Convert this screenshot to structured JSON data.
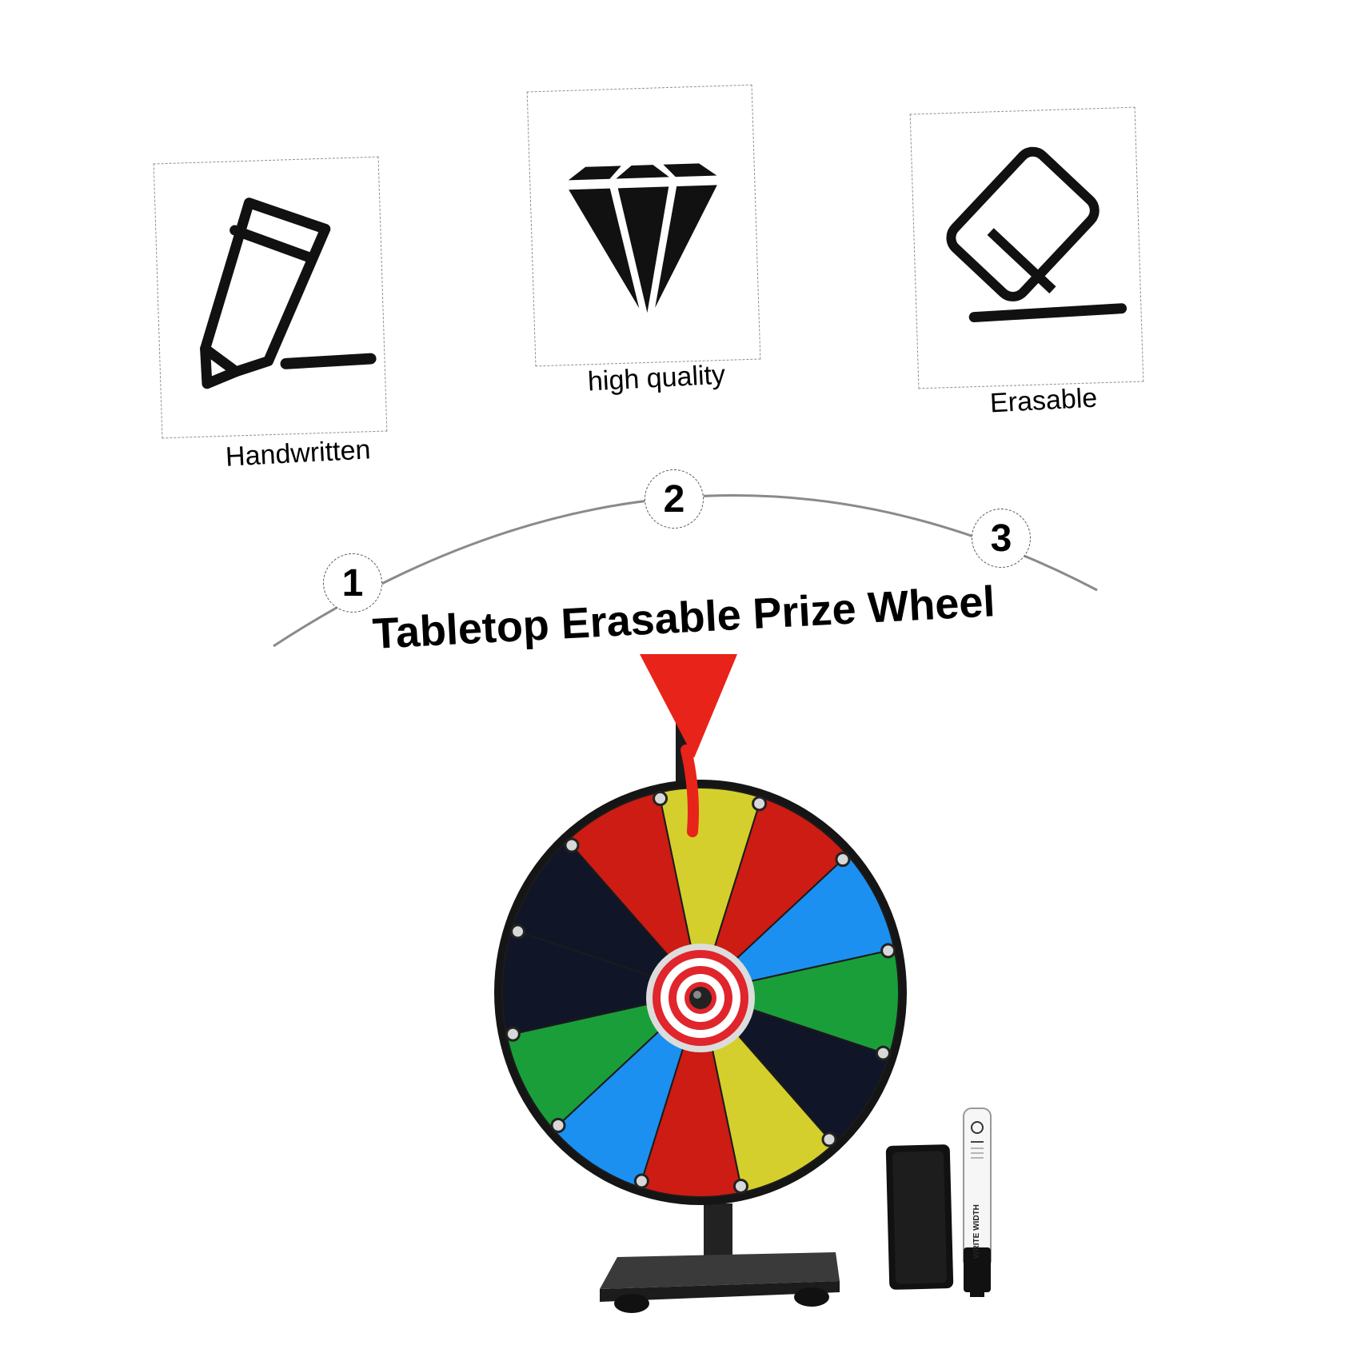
{
  "features": [
    {
      "label": "Handwritten",
      "icon": "pencil-icon"
    },
    {
      "label": "high quality",
      "icon": "diamond-icon"
    },
    {
      "label": "Erasable",
      "icon": "eraser-icon"
    }
  ],
  "steps": [
    "1",
    "2",
    "3"
  ],
  "headline": "Tabletop Erasable Prize Wheel",
  "wheel": {
    "segment_count": 12,
    "segment_colors": [
      "#d4cf2c",
      "#cc1c14",
      "#1b90f0",
      "#1a9e3a",
      "#101628",
      "#d4cf2c",
      "#cc1c14",
      "#1b90f0",
      "#1a9e3a",
      "#101628",
      "#101628",
      "#cc1c14"
    ],
    "pointer_color": "#e8231a",
    "hub_colors": [
      "#e0252c",
      "#ffffff"
    ]
  },
  "accessories": {
    "marker_label": "WRITE WIDTH",
    "marker_icon": "marker-icon",
    "eraser_icon": "eraser-block-icon"
  }
}
